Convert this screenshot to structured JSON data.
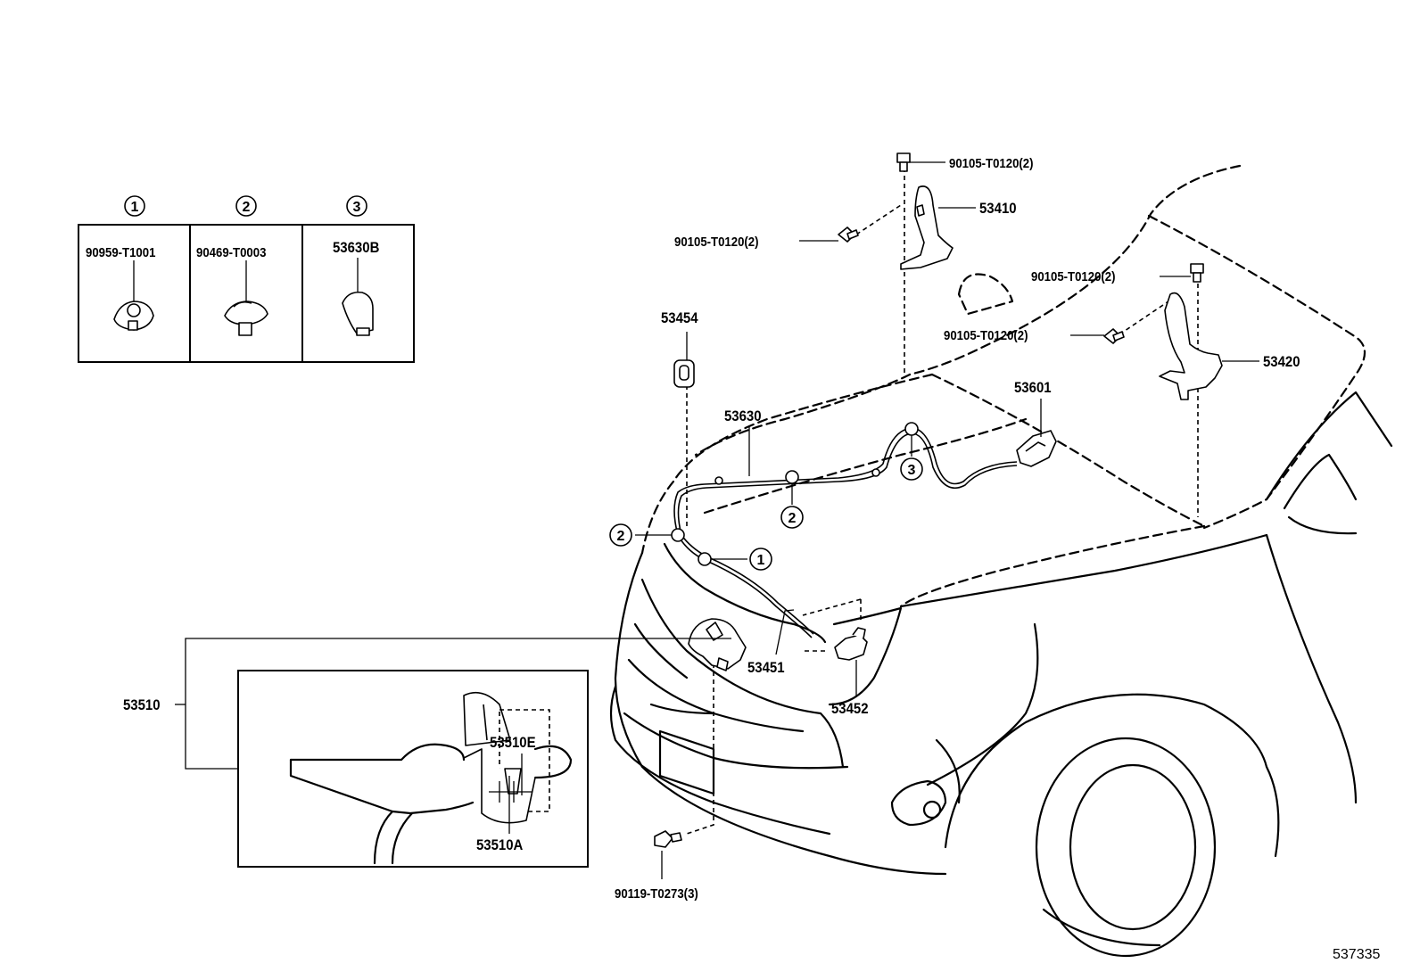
{
  "legend": {
    "cells": [
      {
        "number": "1",
        "part": "90959-T1001"
      },
      {
        "number": "2",
        "part": "90469-T0003"
      },
      {
        "number": "3",
        "part": "53630B"
      }
    ]
  },
  "labels": {
    "bolt_top": "90105-T0120(2)",
    "p53410": "53410",
    "bolt_left_hinge": "90105-T0120(2)",
    "bolt_right_top": "90105-T0120(2)",
    "bolt_right_mid": "90105-T0120(2)",
    "p53420": "53420",
    "p53454": "53454",
    "p53601": "53601",
    "p53630": "53630",
    "p53451": "53451",
    "p53452": "53452",
    "p53510": "53510",
    "p53510E": "53510E",
    "p53510A": "53510A",
    "bolt_bottom": "90119-T0273(3)"
  },
  "callouts": {
    "c1": "1",
    "c2a": "2",
    "c2b": "2",
    "c3": "3"
  },
  "reference_number": "537335"
}
